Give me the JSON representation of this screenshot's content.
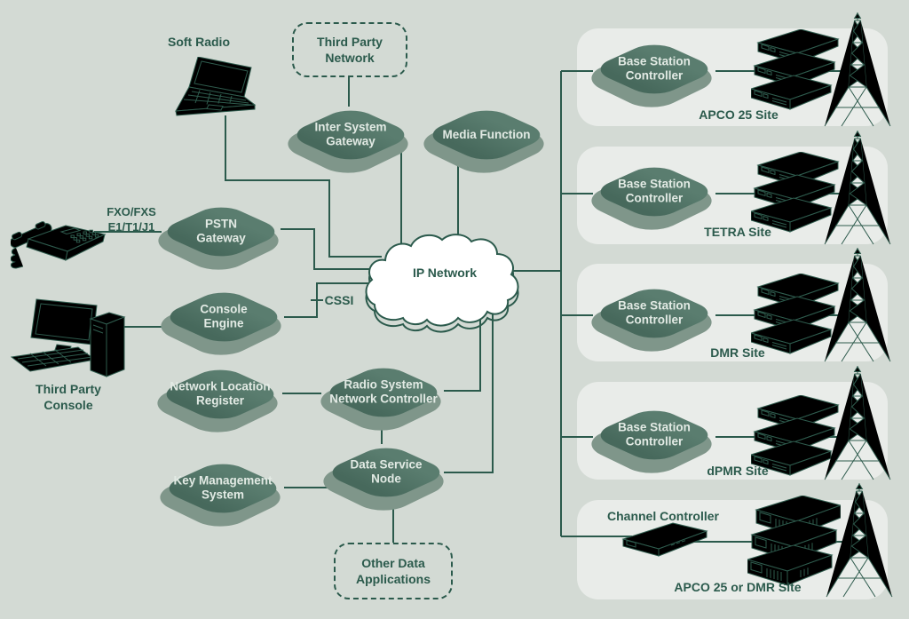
{
  "colors": {
    "background": "#d3dad4",
    "site_panel": "#e9ece9",
    "line_ink": "#2b5a4c",
    "tile_front_top": "#5a7d6f",
    "tile_front_bottom": "#47695c",
    "tile_back": "#7f968a",
    "tile_text": "#e2eae4",
    "device_fill": "#ffffff"
  },
  "cloud": {
    "label": "IP Network"
  },
  "nodes": {
    "inter_system_gateway": {
      "label": "Inter System\nGateway"
    },
    "media_function": {
      "label": "Media Function"
    },
    "pstn_gateway": {
      "label": "PSTN\nGateway"
    },
    "console_engine": {
      "label": "Console\nEngine"
    },
    "network_location_register": {
      "label": "Network Location\nRegister"
    },
    "radio_system_network_controller": {
      "label": "Radio System\nNetwork Controller"
    },
    "key_management_system": {
      "label": "Key Management\nSystem"
    },
    "data_service_node": {
      "label": "Data Service\nNode"
    },
    "bsc_apco25": {
      "label": "Base Station\nController"
    },
    "bsc_tetra": {
      "label": "Base Station\nController"
    },
    "bsc_dmr": {
      "label": "Base Station\nController"
    },
    "bsc_dpmr": {
      "label": "Base Station\nController"
    }
  },
  "external": {
    "third_party_network": {
      "label": "Third Party\nNetwork"
    },
    "other_data_applications": {
      "label": "Other Data\nApplications"
    }
  },
  "labels": {
    "soft_radio": "Soft Radio",
    "phone_lines": "FXO/FXS\nE1/T1/J1",
    "third_party_console": "Third Party\nConsole",
    "cssi": "CSSI",
    "channel_controller": "Channel Controller"
  },
  "sites": [
    {
      "name": "APCO 25 Site"
    },
    {
      "name": "TETRA Site"
    },
    {
      "name": "DMR Site"
    },
    {
      "name": "dPMR Site"
    },
    {
      "name": "APCO 25 or DMR Site"
    }
  ],
  "icons": {
    "laptop": "laptop-icon",
    "desk_phone": "desk-phone-icon",
    "desktop_computer": "desktop-computer-icon",
    "radio_stack": "radio-stack-icon",
    "lattice_tower": "lattice-tower-icon",
    "rack_unit": "rack-unit-icon",
    "network_cloud": "cloud-icon"
  }
}
